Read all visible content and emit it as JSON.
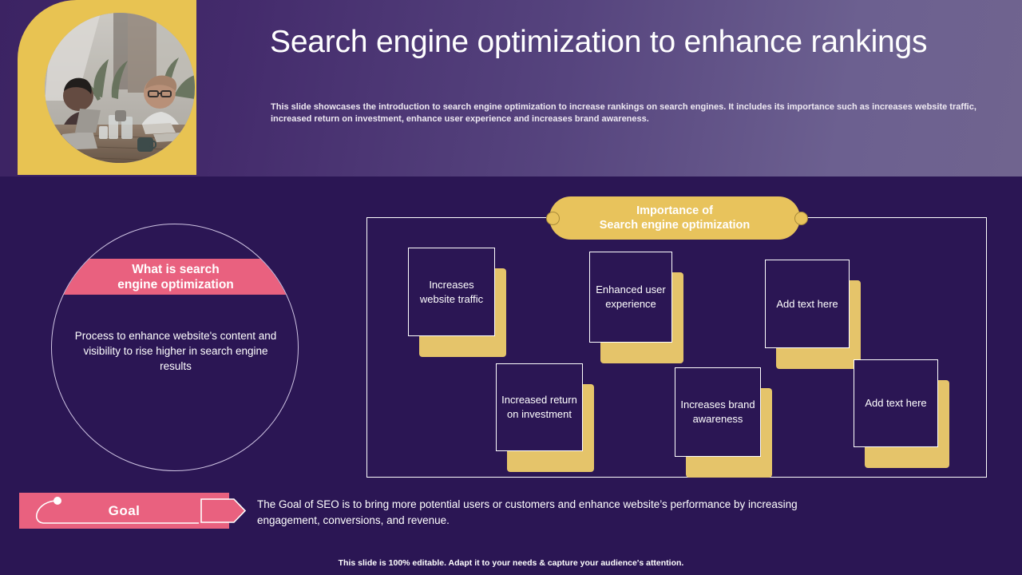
{
  "header": {
    "title": "Search engine optimization to enhance rankings",
    "subtitle": "This slide showcases the introduction to search engine optimization to increase rankings on search engines. It includes its importance such as increases website traffic, increased return on investment, enhance user experience and increases brand awareness.",
    "photo_alt": "two-colleagues-at-desk-with-laptops-photo"
  },
  "what_is": {
    "heading_line1": "What is search",
    "heading_line2": "engine optimization",
    "body": "Process to enhance website's content and visibility to rise higher in search engine results"
  },
  "importance": {
    "banner_line1": "Importance of",
    "banner_line2": "Search engine optimization",
    "cards": [
      {
        "text": "Increases website traffic"
      },
      {
        "text": "Enhanced user experience"
      },
      {
        "text": "Add text here"
      },
      {
        "text": "Increased return on investment"
      },
      {
        "text": "Increases brand awareness"
      },
      {
        "text": "Add text here"
      }
    ]
  },
  "goal": {
    "label": "Goal",
    "text": "The Goal of SEO is to bring more potential users or customers and enhance website’s performance by increasing engagement, conversions, and revenue."
  },
  "footer": {
    "note": "This slide is 100% editable. Adapt it to your needs & capture your audience's attention."
  },
  "colors": {
    "background": "#2b1654",
    "header_gradient_start": "#3c2363",
    "header_gradient_end": "#70648f",
    "gold": "#e8c35c",
    "gold_shadow": "#e5c46a",
    "pink": "#e9617f",
    "white": "#ffffff"
  }
}
